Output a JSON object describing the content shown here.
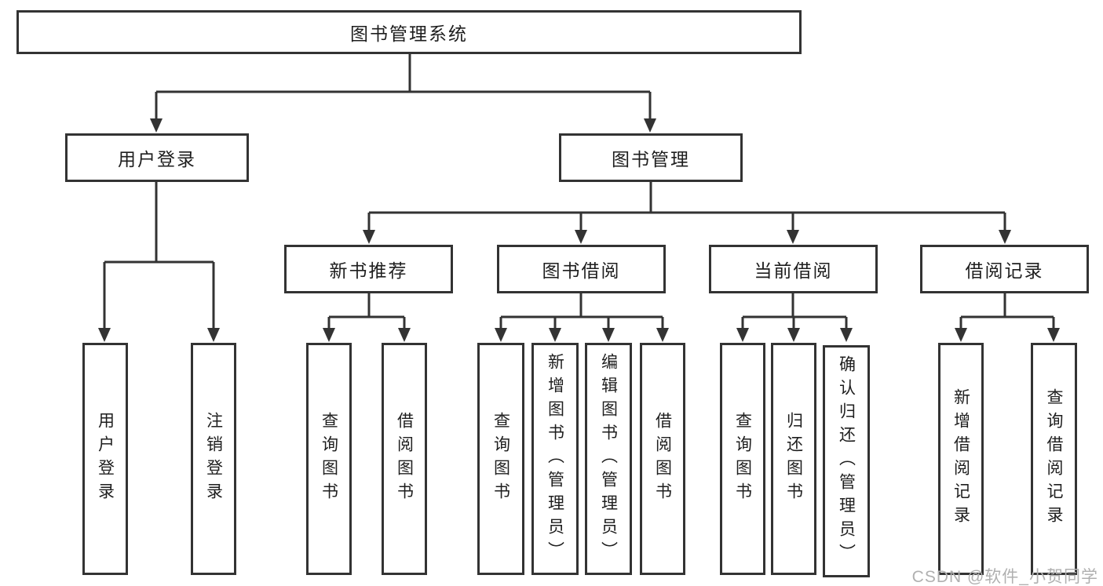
{
  "tree": {
    "root": {
      "label": "图书管理系统"
    },
    "branches": [
      {
        "label": "用户登录",
        "children": [
          {
            "label": "用户登录"
          },
          {
            "label": "注销登录"
          }
        ]
      },
      {
        "label": "图书管理",
        "children": [
          {
            "label": "新书推荐",
            "children": [
              {
                "label": "查询图书"
              },
              {
                "label": "借阅图书"
              }
            ]
          },
          {
            "label": "图书借阅",
            "children": [
              {
                "label": "查询图书"
              },
              {
                "label": "新增图书（管理员）"
              },
              {
                "label": "编辑图书（管理员）"
              },
              {
                "label": "借阅图书"
              }
            ]
          },
          {
            "label": "当前借阅",
            "children": [
              {
                "label": "查询图书"
              },
              {
                "label": "归还图书"
              },
              {
                "label": "确认归还（管理员）"
              }
            ]
          },
          {
            "label": "借阅记录",
            "children": [
              {
                "label": "新增借阅记录"
              },
              {
                "label": "查询借阅记录"
              }
            ]
          }
        ]
      }
    ]
  },
  "watermark": {
    "text": "CSDN @软件_小贺同学"
  },
  "colors": {
    "line": "#333333",
    "box_border": "#333333",
    "box_fill": "#ffffff",
    "text": "#1e1e1e",
    "watermark": "#b0b0b0",
    "background": "#ffffff"
  }
}
